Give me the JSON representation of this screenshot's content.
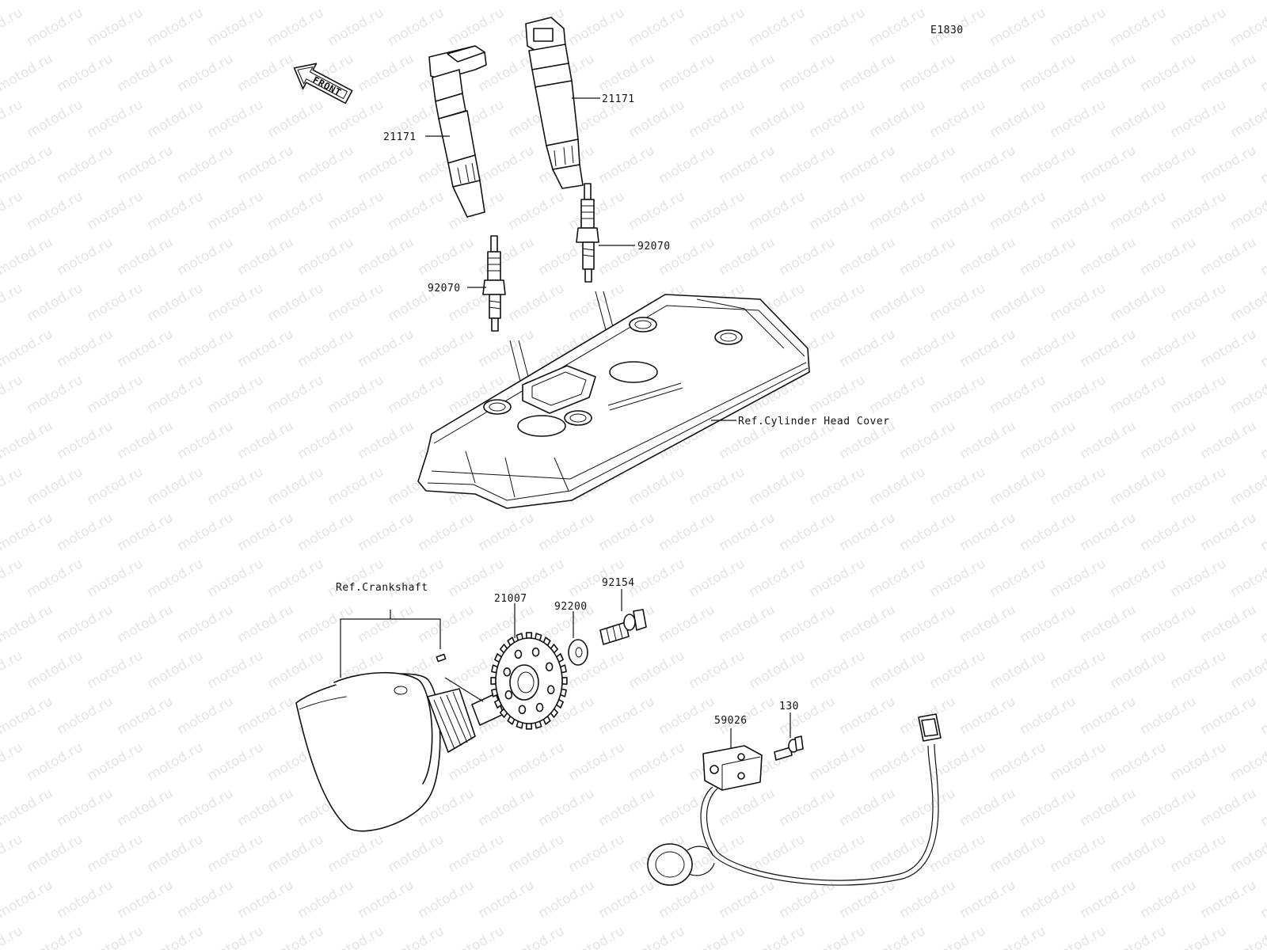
{
  "diagram_code": "E1830",
  "front_label": "FRONT",
  "watermark": "motod.ru",
  "parts": {
    "coil_left": "21171",
    "coil_right": "21171",
    "plug_left": "92070",
    "plug_right": "92070",
    "timing_rotor": "21007",
    "washer": "92200",
    "bolt": "92154",
    "pickup_sensor": "59026",
    "sensor_bolt": "130"
  },
  "refs": {
    "head_cover": "Ref.Cylinder Head Cover",
    "crankshaft": "Ref.Crankshaft"
  }
}
